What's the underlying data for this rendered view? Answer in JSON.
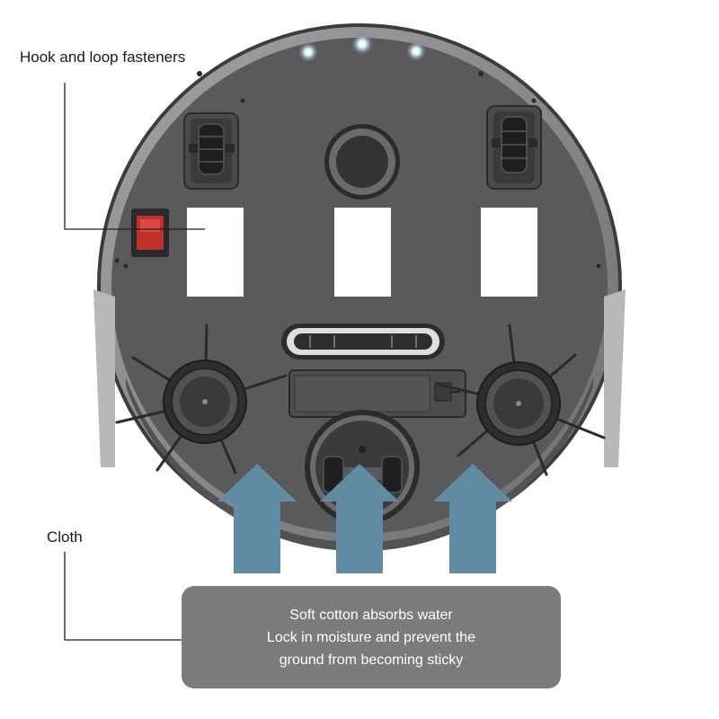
{
  "labels": {
    "hook_and_loop": "Hook and loop fasteners",
    "cloth": "Cloth"
  },
  "info_box": {
    "lines": [
      "Soft cotton absorbs water",
      "Lock in moisture and prevent the",
      "ground from becoming sticky"
    ]
  },
  "colors": {
    "body": "#5a595b",
    "rim": "#8e8d90",
    "arrow": "#5f8ca3",
    "switch": "#c0302b",
    "info_box": "#7c7a7a",
    "led": "#dff4ff"
  },
  "icons": [
    "hook-loop-pad-icon",
    "wheel-icon",
    "side-brush-icon",
    "arrow-up-icon",
    "power-switch-icon",
    "led-light-icon"
  ]
}
